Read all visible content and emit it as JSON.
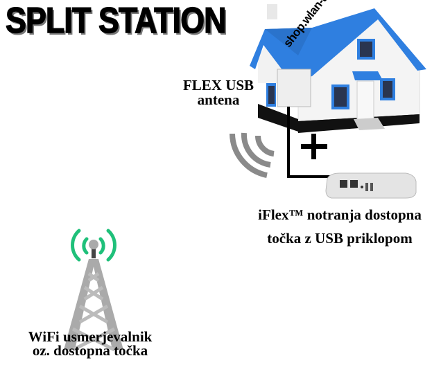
{
  "title": "SPLIT STATION",
  "watermark": "shop.wlan-antene.net",
  "labels": {
    "antenna_line1": "FLEX USB",
    "antenna_line2": "antena",
    "router_line1": "iFlex™ notranja dostopna",
    "router_line2": "točka z USB priklopom",
    "tower_line1": "WiFi usmerjevalnik",
    "tower_line2": "oz. dostopna točka"
  },
  "colors": {
    "roof": "#2f7fe0",
    "signal": "#1fc07a",
    "wave": "#8a8a8a"
  }
}
